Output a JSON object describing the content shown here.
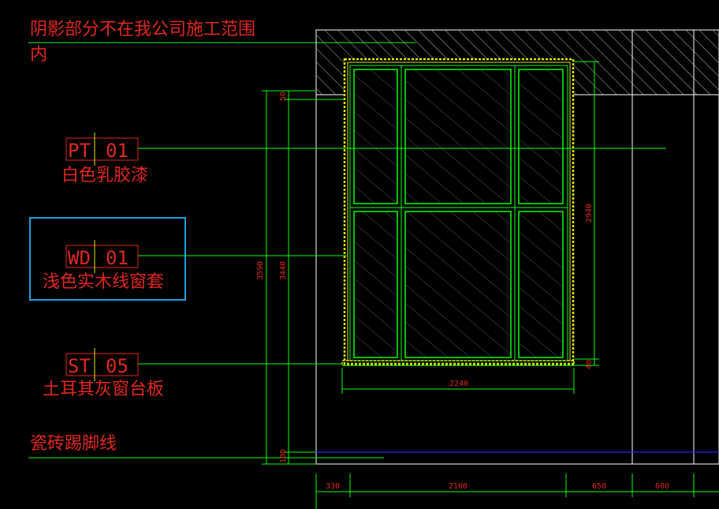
{
  "notes": {
    "shadow_line1": "阴影部分不在我公司施工范围",
    "shadow_line2": "内",
    "skirting": "瓷砖踢脚线"
  },
  "tags": [
    {
      "code": "PT",
      "num": "01",
      "desc": "白色乳胶漆"
    },
    {
      "code": "WD",
      "num": "01",
      "desc": "浅色实木线窗套"
    },
    {
      "code": "ST",
      "num": "05",
      "desc": "土耳其灰窗台板"
    }
  ],
  "dimensions": {
    "v_total": "3590",
    "v_inner": "3440",
    "v_top": "50",
    "v_bottom": "100",
    "window_height": "2940",
    "sill_height": "40",
    "window_width": "2240",
    "bottom_segments": [
      "330",
      "2100",
      "650",
      "600"
    ]
  },
  "colors": {
    "background": "#000000",
    "line_white": "#ffffff",
    "line_green": "#00ff00",
    "text_red": "#e0271f",
    "frame_yellow": "#e6e600",
    "selection_cyan": "#1ea0e0",
    "floor_blue": "#2020ff"
  }
}
